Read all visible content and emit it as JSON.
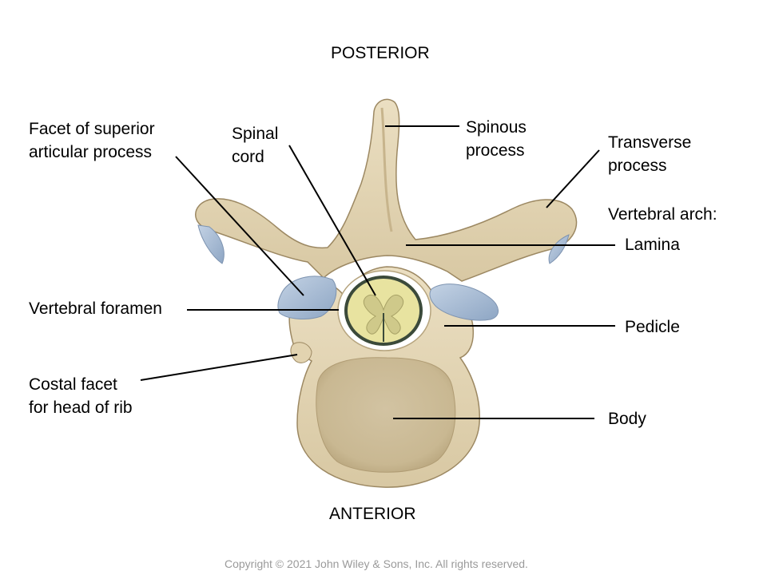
{
  "orientation": {
    "top": "POSTERIOR",
    "bottom": "ANTERIOR"
  },
  "labels": {
    "facet_superior": [
      "Facet of superior",
      "articular process"
    ],
    "spinal_cord": [
      "Spinal",
      "cord"
    ],
    "spinous_process": [
      "Spinous",
      "process"
    ],
    "transverse_process": [
      "Transverse",
      "process"
    ],
    "vertebral_arch": "Vertebral arch:",
    "lamina": "Lamina",
    "vertebral_foramen": "Vertebral foramen",
    "pedicle": "Pedicle",
    "costal_facet": [
      "Costal facet",
      "for head of rib"
    ],
    "body": "Body"
  },
  "copyright": "Copyright © 2021 John Wiley & Sons, Inc. All rights reserved.",
  "colors": {
    "bone": "#e6d9b8",
    "bone_shadow": "#b8a47a",
    "bone_outline": "#8f7c55",
    "cartilage": "#a9bdd6",
    "body_surface": "#d5c5a4",
    "cord_outer": "#2f3b2f",
    "cord_white": "#e8e3a0",
    "cord_gray": "#cfc98a"
  }
}
